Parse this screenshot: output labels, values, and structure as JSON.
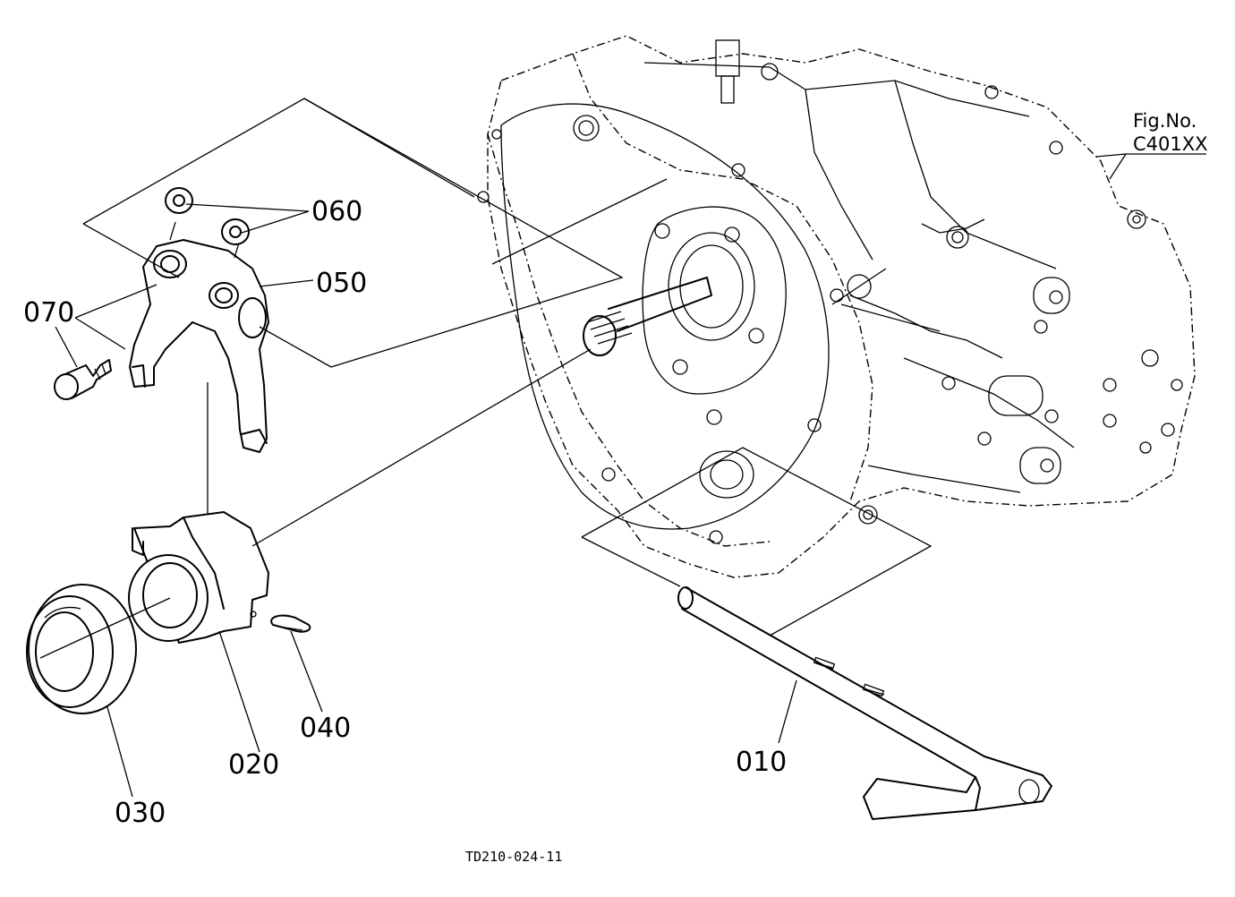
{
  "figure": {
    "label_line1": "Fig.No.",
    "label_line2": "C401XX"
  },
  "drawing_code": "TD210-024-11",
  "callouts": {
    "p010": "010",
    "p020": "020",
    "p030": "030",
    "p040": "040",
    "p050": "050",
    "p060": "060",
    "p070": "070"
  }
}
